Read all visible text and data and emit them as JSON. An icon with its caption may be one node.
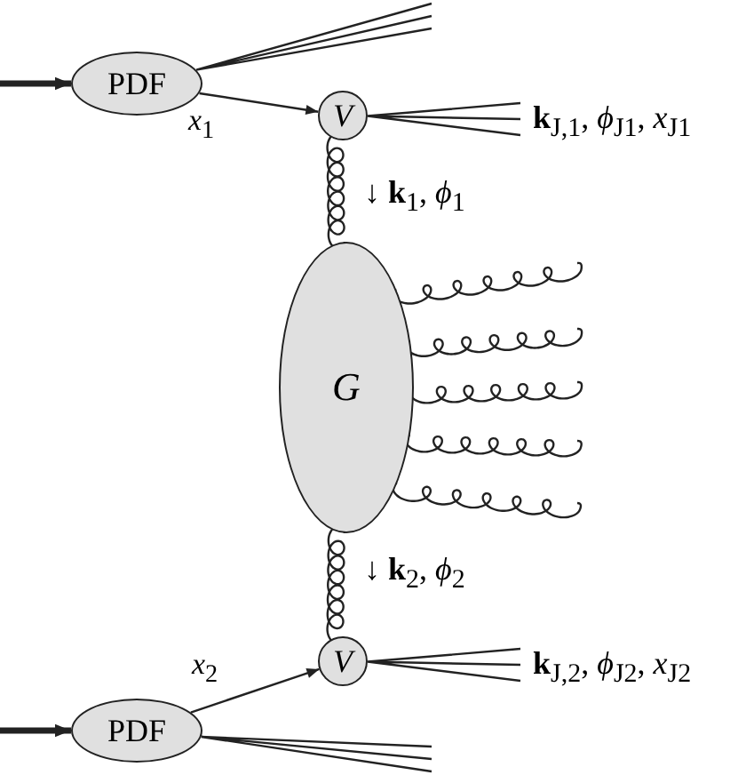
{
  "diagram": {
    "nodes": [
      {
        "text": [
          "PDF"
        ]
      },
      {
        "text": [
          "V"
        ]
      },
      {
        "text": [
          "G"
        ]
      },
      {
        "text": [
          "V"
        ]
      },
      {
        "text": [
          "PDF"
        ]
      },
      {
        "text": [
          "**k**$_{J,1}$, *ϕ*$_{J1}$, *x*$_{J1}$"
        ]
      },
      {
        "text": [
          "**k**$_{J,2}$, *ϕ*$_{J2}$, *x*$_{J2}$"
        ]
      }
    ],
    "edges": [
      {
        "from": null,
        "to": 0,
        "arrow": "to",
        "style": "thick"
      },
      {
        "from": 0,
        "to": 1,
        "arrow": "to",
        "label": "*x*$_{1}$"
      },
      {
        "from": 0,
        "to": null,
        "arrow": "none"
      },
      {
        "from": 1,
        "to": 5,
        "arrow": "none"
      },
      {
        "from": 1,
        "to": 2,
        "arrow": "none"
      },
      {
        "from": 2,
        "to": null,
        "arrow": "none"
      },
      {
        "from": 2,
        "to": null,
        "arrow": "none"
      },
      {
        "from": 2,
        "to": null,
        "arrow": "none"
      },
      {
        "from": 2,
        "to": null,
        "arrow": "none"
      },
      {
        "from": 2,
        "to": null,
        "arrow": "none"
      },
      {
        "from": 2,
        "to": 3,
        "arrow": "none"
      },
      {
        "from": 3,
        "to": 6,
        "arrow": "none"
      },
      {
        "from": 4,
        "to": 3,
        "arrow": "to",
        "label": "*x*$_{2}$"
      },
      {
        "from": null,
        "to": 4,
        "arrow": "to",
        "style": "thick"
      },
      {
        "from": 4,
        "to": null,
        "arrow": "none"
      }
    ],
    "labels": [
      "↓ **k**$_{1}$, *ϕ*$_{1}$",
      "↓ **k**$_{2}$, *ϕ*$_{2}$"
    ]
  }
}
